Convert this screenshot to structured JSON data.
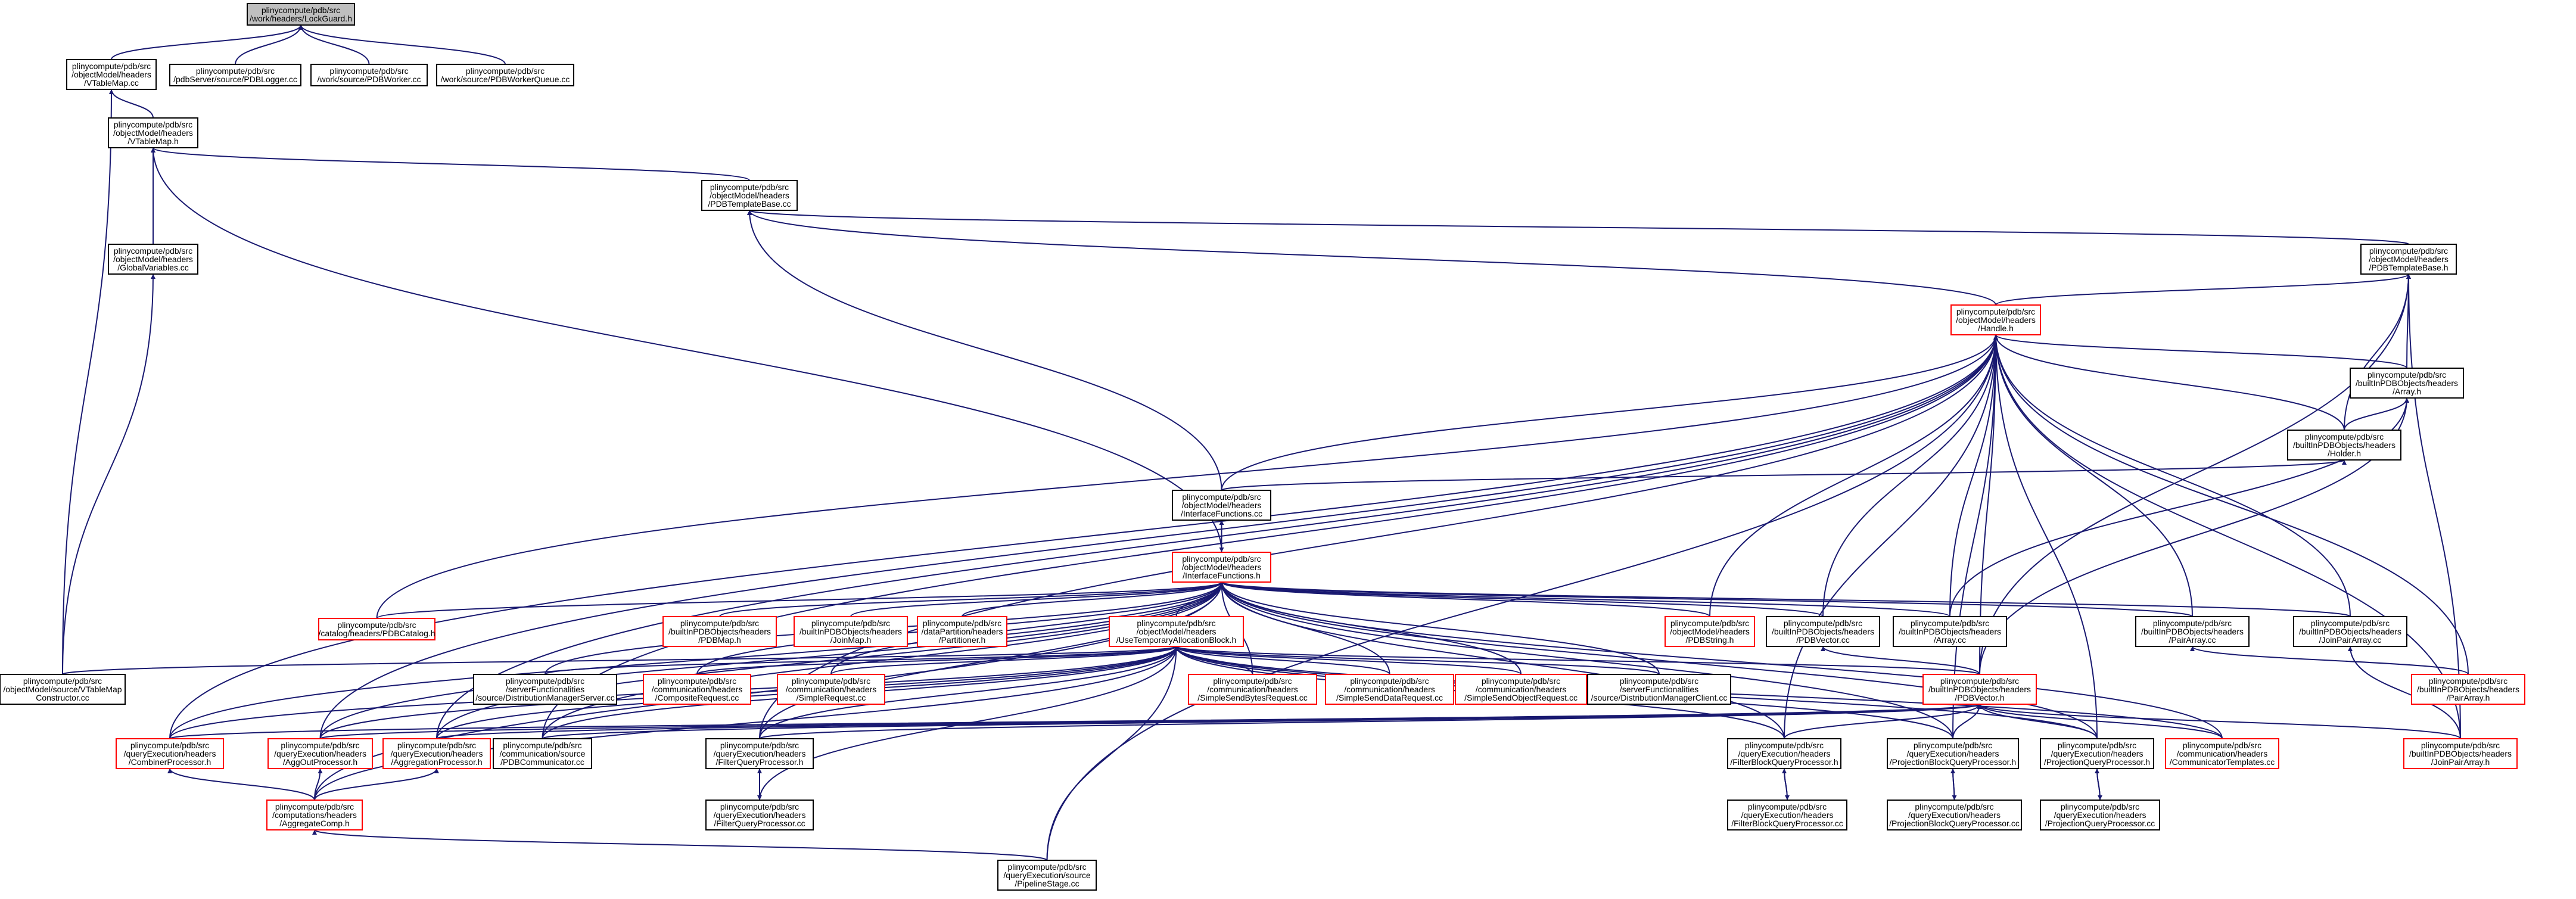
{
  "nodes": [
    {
      "id": "lockguard",
      "lines": [
        "plinycompute/pdb/src",
        "/work/headers/LockGuard.h"
      ],
      "root": true
    },
    {
      "id": "vtablemap_cc",
      "lines": [
        "plinycompute/pdb/src",
        "/objectModel/headers",
        "/VTableMap.cc"
      ]
    },
    {
      "id": "pdblogger",
      "lines": [
        "plinycompute/pdb/src",
        "/pdbServer/source/PDBLogger.cc"
      ]
    },
    {
      "id": "pdbworker",
      "lines": [
        "plinycompute/pdb/src",
        "/work/source/PDBWorker.cc"
      ]
    },
    {
      "id": "pdbworkerqueue",
      "lines": [
        "plinycompute/pdb/src",
        "/work/source/PDBWorkerQueue.cc"
      ]
    },
    {
      "id": "vtablemap_h",
      "lines": [
        "plinycompute/pdb/src",
        "/objectModel/headers",
        "/VTableMap.h"
      ]
    },
    {
      "id": "globalvariables",
      "lines": [
        "plinycompute/pdb/src",
        "/objectModel/headers",
        "/GlobalVariables.cc"
      ]
    },
    {
      "id": "pdbtemplatebase_cc",
      "lines": [
        "plinycompute/pdb/src",
        "/objectModel/headers",
        "/PDBTemplateBase.cc"
      ]
    },
    {
      "id": "pdbtemplatebase_h",
      "lines": [
        "plinycompute/pdb/src",
        "/objectModel/headers",
        "/PDBTemplateBase.h"
      ]
    },
    {
      "id": "handle",
      "lines": [
        "plinycompute/pdb/src",
        "/objectModel/headers",
        "/Handle.h"
      ],
      "red": true
    },
    {
      "id": "array_h",
      "lines": [
        "plinycompute/pdb/src",
        "/builtInPDBObjects/headers",
        "/Array.h"
      ]
    },
    {
      "id": "holder",
      "lines": [
        "plinycompute/pdb/src",
        "/builtInPDBObjects/headers",
        "/Holder.h"
      ]
    },
    {
      "id": "interfacefunctions_cc",
      "lines": [
        "plinycompute/pdb/src",
        "/objectModel/headers",
        "/InterfaceFunctions.cc"
      ]
    },
    {
      "id": "interfacefunctions_h",
      "lines": [
        "plinycompute/pdb/src",
        "/objectModel/headers",
        "/InterfaceFunctions.h"
      ],
      "red": true
    },
    {
      "id": "pdbcatalog",
      "lines": [
        "plinycompute/pdb/src",
        "/catalog/headers/PDBCatalog.h"
      ],
      "red": true
    },
    {
      "id": "pdbmap",
      "lines": [
        "plinycompute/pdb/src",
        "/builtInPDBObjects/headers",
        "/PDBMap.h"
      ],
      "red": true
    },
    {
      "id": "joinmap",
      "lines": [
        "plinycompute/pdb/src",
        "/builtInPDBObjects/headers",
        "/JoinMap.h"
      ],
      "red": true
    },
    {
      "id": "partitioner",
      "lines": [
        "plinycompute/pdb/src",
        "/dataPartition/headers",
        "/Partitioner.h"
      ],
      "red": true
    },
    {
      "id": "usetemporary",
      "lines": [
        "plinycompute/pdb/src",
        "/objectModel/headers",
        "/UseTemporaryAllocationBlock.h"
      ],
      "red": true
    },
    {
      "id": "pdbstring",
      "lines": [
        "plinycompute/pdb/src",
        "/objectModel/headers",
        "/PDBString.h"
      ],
      "red": true
    },
    {
      "id": "pdbvector_cc",
      "lines": [
        "plinycompute/pdb/src",
        "/builtInPDBObjects/headers",
        "/PDBVector.cc"
      ]
    },
    {
      "id": "array_cc",
      "lines": [
        "plinycompute/pdb/src",
        "/builtInPDBObjects/headers",
        "/Array.cc"
      ]
    },
    {
      "id": "pairarray_cc",
      "lines": [
        "plinycompute/pdb/src",
        "/builtInPDBObjects/headers",
        "/PairArray.cc"
      ]
    },
    {
      "id": "joinpairarray_cc",
      "lines": [
        "plinycompute/pdb/src",
        "/builtInPDBObjects/headers",
        "/JoinPairArray.cc"
      ]
    },
    {
      "id": "vtablemapconstructor",
      "lines": [
        "plinycompute/pdb/src",
        "/objectModel/source/VTableMap",
        "Constructor.cc"
      ]
    },
    {
      "id": "distributionmanagerserver",
      "lines": [
        "plinycompute/pdb/src",
        "/serverFunctionalities",
        "/source/DistributionManagerServer.cc"
      ]
    },
    {
      "id": "compositerequest",
      "lines": [
        "plinycompute/pdb/src",
        "/communication/headers",
        "/CompositeRequest.cc"
      ],
      "red": true
    },
    {
      "id": "simplerequest",
      "lines": [
        "plinycompute/pdb/src",
        "/communication/headers",
        "/SimpleRequest.cc"
      ],
      "red": true
    },
    {
      "id": "simplesendbytes",
      "lines": [
        "plinycompute/pdb/src",
        "/communication/headers",
        "/SimpleSendBytesRequest.cc"
      ],
      "red": true
    },
    {
      "id": "simplesenddata",
      "lines": [
        "plinycompute/pdb/src",
        "/communication/headers",
        "/SimpleSendDataRequest.cc"
      ],
      "red": true
    },
    {
      "id": "simplesendobject",
      "lines": [
        "plinycompute/pdb/src",
        "/communication/headers",
        "/SimpleSendObjectRequest.cc"
      ],
      "red": true
    },
    {
      "id": "distributionmanagerclient",
      "lines": [
        "plinycompute/pdb/src",
        "/serverFunctionalities",
        "/source/DistributionManagerClient.cc"
      ]
    },
    {
      "id": "pdbvector_h",
      "lines": [
        "plinycompute/pdb/src",
        "/builtInPDBObjects/headers",
        "/PDBVector.h"
      ],
      "red": true
    },
    {
      "id": "pairarray_h",
      "lines": [
        "plinycompute/pdb/src",
        "/builtInPDBObjects/headers",
        "/PairArray.h"
      ],
      "red": true
    },
    {
      "id": "combinerprocessor",
      "lines": [
        "plinycompute/pdb/src",
        "/queryExecution/headers",
        "/CombinerProcessor.h"
      ],
      "red": true
    },
    {
      "id": "aggoutprocessor",
      "lines": [
        "plinycompute/pdb/src",
        "/queryExecution/headers",
        "/AggOutProcessor.h"
      ],
      "red": true
    },
    {
      "id": "aggregationprocessor",
      "lines": [
        "plinycompute/pdb/src",
        "/queryExecution/headers",
        "/AggregationProcessor.h"
      ],
      "red": true
    },
    {
      "id": "pdbcommunicator",
      "lines": [
        "plinycompute/pdb/src",
        "/communication/source",
        "/PDBCommunicator.cc"
      ]
    },
    {
      "id": "filterqueryprocessor_h",
      "lines": [
        "plinycompute/pdb/src",
        "/queryExecution/headers",
        "/FilterQueryProcessor.h"
      ]
    },
    {
      "id": "filterblockqueryprocessor_h",
      "lines": [
        "plinycompute/pdb/src",
        "/queryExecution/headers",
        "/FilterBlockQueryProcessor.h"
      ]
    },
    {
      "id": "projectionblockqueryprocessor_h",
      "lines": [
        "plinycompute/pdb/src",
        "/queryExecution/headers",
        "/ProjectionBlockQueryProcessor.h"
      ]
    },
    {
      "id": "projectionqueryprocessor_h",
      "lines": [
        "plinycompute/pdb/src",
        "/queryExecution/headers",
        "/ProjectionQueryProcessor.h"
      ]
    },
    {
      "id": "communicatortemplates",
      "lines": [
        "plinycompute/pdb/src",
        "/communication/headers",
        "/CommunicatorTemplates.cc"
      ],
      "red": true
    },
    {
      "id": "joinpairarray_h",
      "lines": [
        "plinycompute/pdb/src",
        "/builtInPDBObjects/headers",
        "/JoinPairArray.h"
      ],
      "red": true
    },
    {
      "id": "aggregatecomp",
      "lines": [
        "plinycompute/pdb/src",
        "/computations/headers",
        "/AggregateComp.h"
      ],
      "red": true
    },
    {
      "id": "filterqueryprocessor_cc",
      "lines": [
        "plinycompute/pdb/src",
        "/queryExecution/headers",
        "/FilterQueryProcessor.cc"
      ]
    },
    {
      "id": "filterblockqueryprocessor_cc",
      "lines": [
        "plinycompute/pdb/src",
        "/queryExecution/headers",
        "/FilterBlockQueryProcessor.cc"
      ]
    },
    {
      "id": "projectionblockqueryprocessor_cc",
      "lines": [
        "plinycompute/pdb/src",
        "/queryExecution/headers",
        "/ProjectionBlockQueryProcessor.cc"
      ]
    },
    {
      "id": "projectionqueryprocessor_cc",
      "lines": [
        "plinycompute/pdb/src",
        "/queryExecution/headers",
        "/ProjectionQueryProcessor.cc"
      ]
    },
    {
      "id": "pipelinestage",
      "lines": [
        "plinycompute/pdb/src",
        "/queryExecution/source",
        "/PipelineStage.cc"
      ]
    }
  ],
  "edges": [
    [
      "vtablemap_cc",
      "lockguard"
    ],
    [
      "pdblogger",
      "lockguard"
    ],
    [
      "pdbworker",
      "lockguard"
    ],
    [
      "pdbworkerqueue",
      "lockguard"
    ],
    [
      "vtablemap_h",
      "vtablemap_cc"
    ],
    [
      "vtablemapconstructor",
      "vtablemap_cc"
    ],
    [
      "globalvariables",
      "vtablemap_h"
    ],
    [
      "pdbtemplatebase_cc",
      "vtablemap_h"
    ],
    [
      "interfacefunctions_h",
      "vtablemap_h"
    ],
    [
      "vtablemapconstructor",
      "globalvariables"
    ],
    [
      "interfacefunctions_cc",
      "pdbtemplatebase_cc"
    ],
    [
      "handle",
      "pdbtemplatebase_cc"
    ],
    [
      "pdbtemplatebase_h",
      "pdbtemplatebase_cc"
    ],
    [
      "handle",
      "pdbtemplatebase_h"
    ],
    [
      "array_h",
      "pdbtemplatebase_h"
    ],
    [
      "holder",
      "pdbtemplatebase_h"
    ],
    [
      "pdbvector_h",
      "pdbtemplatebase_h"
    ],
    [
      "joinpairarray_h",
      "pdbtemplatebase_h"
    ],
    [
      "array_h",
      "handle"
    ],
    [
      "holder",
      "handle"
    ],
    [
      "interfacefunctions_cc",
      "handle"
    ],
    [
      "pdbcatalog",
      "handle"
    ],
    [
      "pdbstring",
      "handle"
    ],
    [
      "pdbvector_cc",
      "handle"
    ],
    [
      "array_cc",
      "handle"
    ],
    [
      "pairarray_cc",
      "handle"
    ],
    [
      "joinpairarray_cc",
      "handle"
    ],
    [
      "pdbvector_h",
      "handle"
    ],
    [
      "pairarray_h",
      "handle"
    ],
    [
      "joinpairarray_h",
      "handle"
    ],
    [
      "combinerprocessor",
      "handle"
    ],
    [
      "aggoutprocessor",
      "handle"
    ],
    [
      "aggregationprocessor",
      "handle"
    ],
    [
      "filterqueryprocessor_h",
      "handle"
    ],
    [
      "pipelinestage",
      "handle"
    ],
    [
      "projectionblockqueryprocessor_h",
      "handle"
    ],
    [
      "projectionqueryprocessor_h",
      "handle"
    ],
    [
      "filterblockqueryprocessor_h",
      "handle"
    ],
    [
      "pdbcommunicator",
      "handle"
    ],
    [
      "holder",
      "array_h"
    ],
    [
      "array_cc",
      "array_h"
    ],
    [
      "pdbvector_h",
      "array_h"
    ],
    [
      "interfacefunctions_cc",
      "holder"
    ],
    [
      "interfacefunctions_h",
      "interfacefunctions_cc"
    ],
    [
      "interfacefunctions_cc",
      "interfacefunctions_h"
    ],
    [
      "pdbcatalog",
      "interfacefunctions_h"
    ],
    [
      "pdbmap",
      "interfacefunctions_h"
    ],
    [
      "joinmap",
      "interfacefunctions_h"
    ],
    [
      "partitioner",
      "interfacefunctions_h"
    ],
    [
      "usetemporary",
      "interfacefunctions_h"
    ],
    [
      "pdbstring",
      "interfacefunctions_h"
    ],
    [
      "pdbvector_cc",
      "interfacefunctions_h"
    ],
    [
      "array_cc",
      "interfacefunctions_h"
    ],
    [
      "pairarray_cc",
      "interfacefunctions_h"
    ],
    [
      "joinpairarray_cc",
      "interfacefunctions_h"
    ],
    [
      "distributionmanagerserver",
      "interfacefunctions_h"
    ],
    [
      "compositerequest",
      "interfacefunctions_h"
    ],
    [
      "simplerequest",
      "interfacefunctions_h"
    ],
    [
      "simplesendbytes",
      "interfacefunctions_h"
    ],
    [
      "simplesenddata",
      "interfacefunctions_h"
    ],
    [
      "simplesendobject",
      "interfacefunctions_h"
    ],
    [
      "distributionmanagerclient",
      "interfacefunctions_h"
    ],
    [
      "combinerprocessor",
      "interfacefunctions_h"
    ],
    [
      "aggoutprocessor",
      "interfacefunctions_h"
    ],
    [
      "aggregationprocessor",
      "interfacefunctions_h"
    ],
    [
      "pdbcommunicator",
      "interfacefunctions_h"
    ],
    [
      "filterqueryprocessor_h",
      "interfacefunctions_h"
    ],
    [
      "filterblockqueryprocessor_h",
      "interfacefunctions_h"
    ],
    [
      "projectionblockqueryprocessor_h",
      "interfacefunctions_h"
    ],
    [
      "projectionqueryprocessor_h",
      "interfacefunctions_h"
    ],
    [
      "communicatortemplates",
      "interfacefunctions_h"
    ],
    [
      "aggregatecomp",
      "interfacefunctions_h"
    ],
    [
      "vtablemapconstructor",
      "usetemporary"
    ],
    [
      "distributionmanagerserver",
      "usetemporary"
    ],
    [
      "compositerequest",
      "usetemporary"
    ],
    [
      "simplerequest",
      "usetemporary"
    ],
    [
      "simplesendbytes",
      "usetemporary"
    ],
    [
      "simplesenddata",
      "usetemporary"
    ],
    [
      "simplesendobject",
      "usetemporary"
    ],
    [
      "distributionmanagerclient",
      "usetemporary"
    ],
    [
      "pdbvector_h",
      "usetemporary"
    ],
    [
      "combinerprocessor",
      "usetemporary"
    ],
    [
      "aggoutprocessor",
      "usetemporary"
    ],
    [
      "aggregationprocessor",
      "usetemporary"
    ],
    [
      "pdbcommunicator",
      "usetemporary"
    ],
    [
      "filterqueryprocessor_h",
      "usetemporary"
    ],
    [
      "filterblockqueryprocessor_h",
      "usetemporary"
    ],
    [
      "projectionblockqueryprocessor_h",
      "usetemporary"
    ],
    [
      "projectionqueryprocessor_h",
      "usetemporary"
    ],
    [
      "communicatortemplates",
      "usetemporary"
    ],
    [
      "aggregatecomp",
      "usetemporary"
    ],
    [
      "filterqueryprocessor_cc",
      "usetemporary"
    ],
    [
      "pipelinestage",
      "usetemporary"
    ],
    [
      "pdbvector_h",
      "pdbvector_cc"
    ],
    [
      "pairarray_h",
      "pairarray_cc"
    ],
    [
      "joinpairarray_h",
      "joinpairarray_cc"
    ],
    [
      "combinerprocessor",
      "pdbvector_h"
    ],
    [
      "aggoutprocessor",
      "pdbvector_h"
    ],
    [
      "filterqueryprocessor_h",
      "pdbvector_h"
    ],
    [
      "filterblockqueryprocessor_h",
      "pdbvector_h"
    ],
    [
      "projectionblockqueryprocessor_h",
      "pdbvector_h"
    ],
    [
      "projectionqueryprocessor_h",
      "pdbvector_h"
    ],
    [
      "communicatortemplates",
      "pdbvector_h"
    ],
    [
      "joinpairarray_h",
      "pdbvector_h"
    ],
    [
      "pdbcommunicator",
      "pdbvector_h"
    ],
    [
      "aggregationprocessor",
      "pdbvector_h"
    ],
    [
      "aggregatecomp",
      "combinerprocessor"
    ],
    [
      "aggregatecomp",
      "aggoutprocessor"
    ],
    [
      "aggregatecomp",
      "aggregationprocessor"
    ],
    [
      "filterqueryprocessor_cc",
      "filterqueryprocessor_h"
    ],
    [
      "filterqueryprocessor_h",
      "filterqueryprocessor_cc"
    ],
    [
      "filterblockqueryprocessor_cc",
      "filterblockqueryprocessor_h"
    ],
    [
      "filterblockqueryprocessor_h",
      "filterblockqueryprocessor_cc"
    ],
    [
      "projectionblockqueryprocessor_cc",
      "projectionblockqueryprocessor_h"
    ],
    [
      "projectionblockqueryprocessor_h",
      "projectionblockqueryprocessor_cc"
    ],
    [
      "projectionqueryprocessor_cc",
      "projectionqueryprocessor_h"
    ],
    [
      "projectionqueryprocessor_h",
      "projectionqueryprocessor_cc"
    ],
    [
      "pipelinestage",
      "aggregatecomp"
    ]
  ]
}
